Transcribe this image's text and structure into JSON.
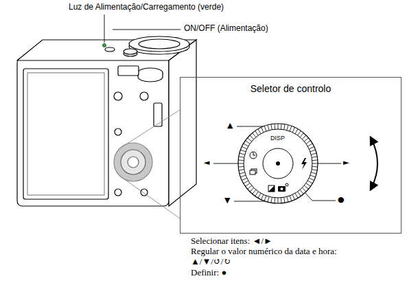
{
  "diagram": {
    "nodes": [
      {
        "text": [
          "Seletor de controlo"
        ]
      }
    ],
    "labels": [
      "Luz de Alimentação/Carregamento (verde)",
      "ON/OFF (Alimentação)",
      "▲",
      "DISP",
      "◄",
      "►",
      "▼",
      "●",
      "Selecionar itens: ◄/►",
      "Regular o valor numérico da data e hora: ▲/▼/↺/↻",
      "Definir: ●"
    ]
  }
}
